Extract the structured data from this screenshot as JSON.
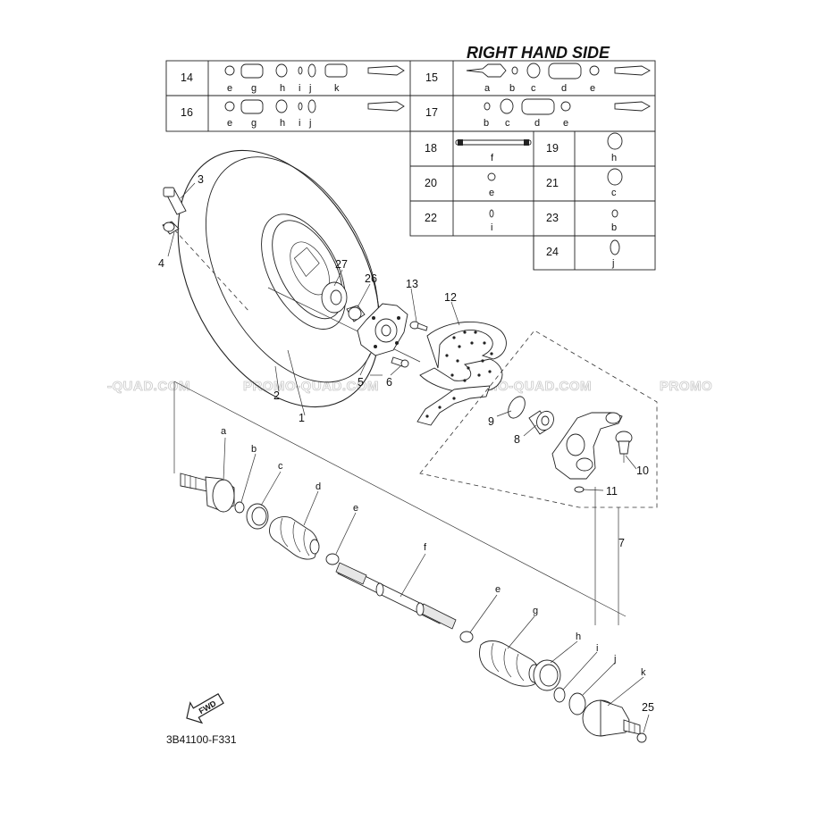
{
  "diagram": {
    "title": "RIGHT HAND SIDE",
    "code": "3B41100-F331",
    "fwd_label": "FWD",
    "watermark_text": [
      "-QUAD.COM",
      "PROMO-QUAD.COM",
      "PROMO-QUAD.COM",
      "PROMO"
    ]
  },
  "kit_table": {
    "rows": [
      {
        "ref": "14",
        "letters": [
          "e",
          "g",
          "h",
          "i",
          "j",
          "k"
        ]
      },
      {
        "ref": "15",
        "letters": [
          "a",
          "b",
          "c",
          "d",
          "e"
        ]
      },
      {
        "ref": "16",
        "letters": [
          "e",
          "g",
          "h",
          "i",
          "j"
        ]
      },
      {
        "ref": "17",
        "letters": [
          "b",
          "c",
          "d",
          "e"
        ]
      },
      {
        "ref": "18",
        "letters": [
          "f"
        ]
      },
      {
        "ref": "19",
        "letters": [
          "h"
        ]
      },
      {
        "ref": "20",
        "letters": [
          "e"
        ]
      },
      {
        "ref": "21",
        "letters": [
          "c"
        ]
      },
      {
        "ref": "22",
        "letters": [
          "i"
        ]
      },
      {
        "ref": "23",
        "letters": [
          "b"
        ]
      },
      {
        "ref": "24",
        "letters": [
          "j"
        ]
      }
    ]
  },
  "callouts": [
    "1",
    "2",
    "3",
    "4",
    "5",
    "6",
    "7",
    "8",
    "9",
    "10",
    "11",
    "12",
    "13",
    "25",
    "26",
    "27"
  ],
  "part_letters": [
    "a",
    "b",
    "c",
    "d",
    "e",
    "f",
    "e",
    "g",
    "h",
    "i",
    "j",
    "k"
  ]
}
